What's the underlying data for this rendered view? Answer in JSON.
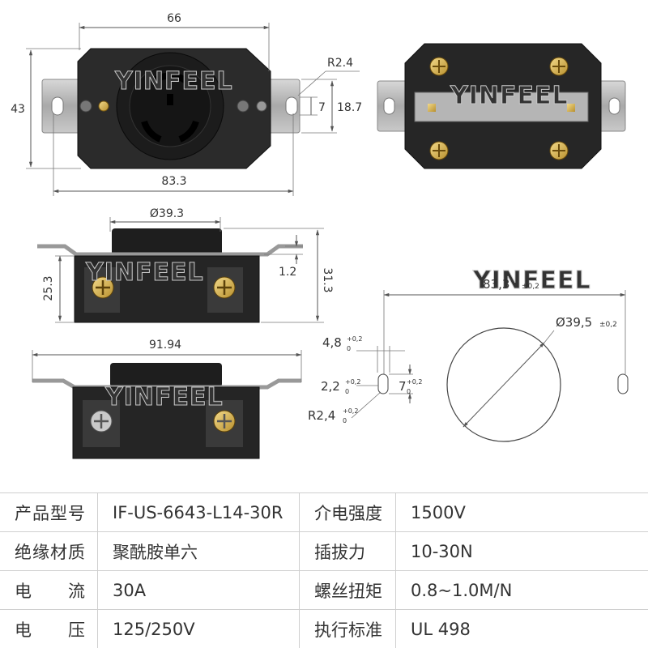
{
  "watermark": "YINFEEL",
  "dimensions": {
    "front_width": "66",
    "front_height": "43",
    "slot_radius": "R2.4",
    "slot_height": "7",
    "bracket_height": "18.7",
    "overall_length": "83.3",
    "body_diameter": "Ø39.3",
    "bracket_offset": "1.2",
    "side_depth": "31.3",
    "terminal_height": "25.3",
    "bottom_length": "91.94",
    "cutout_spacing": "83,3",
    "cutout_spacing_tol": "±0,2",
    "cutout_diameter": "Ø39,5",
    "cutout_diameter_tol": "±0,2",
    "slot_pitch": "4,8",
    "slot_width": "2,2",
    "slot_len": "7",
    "slot_r": "R2,4",
    "tol_upper": "+0,2",
    "tol_lower": "0"
  },
  "specs": [
    {
      "label": "产品型号",
      "value": "IF-US-6643-L14-30R",
      "label2": "介电强度",
      "value2": "1500V"
    },
    {
      "label": "绝缘材质",
      "value": "聚酰胺单六",
      "label2": "插拔力",
      "value2": "10-30N"
    },
    {
      "label": "电　　流",
      "value": "30A",
      "label2": "螺丝扭矩",
      "value2": "0.8~1.0M/N"
    },
    {
      "label": "电　　压",
      "value": "125/250V",
      "label2": "执行标准",
      "value2": "UL 498"
    }
  ]
}
